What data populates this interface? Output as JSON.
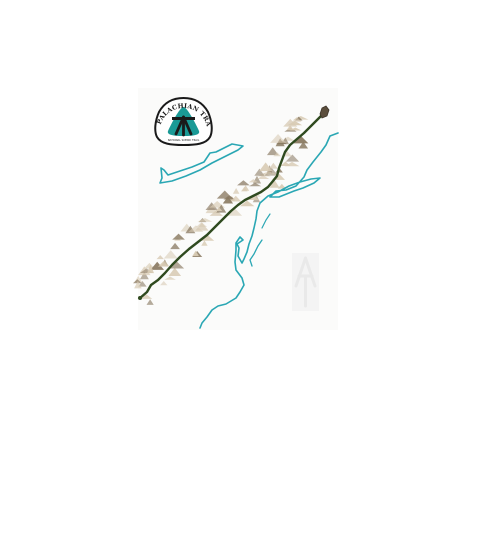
{
  "logo": {
    "arc_text": "APPALACHIAN TRAIL",
    "sub_text": "NATIONAL SCENIC TRAIL",
    "teal": "#1a9a96",
    "dark": "#1a1a1a"
  },
  "colors": {
    "trail": "#2f4a1f",
    "terminus": "#5b4e3c",
    "coast": "#2aa7b4",
    "relief_light": "#d8cbb4",
    "relief_dark": "#8a7a62",
    "watermark": "#d9d9d9"
  },
  "icons": {
    "logo": "appalachian-trail-emblem",
    "watermark": "faded-trail-marker"
  }
}
